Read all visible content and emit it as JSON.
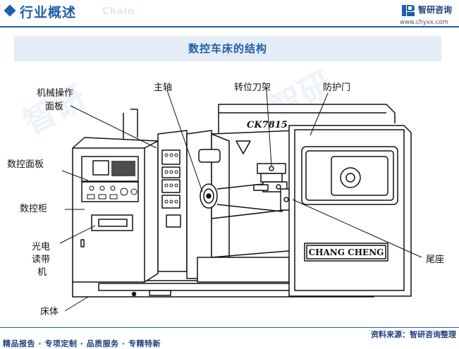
{
  "header": {
    "section_title": "行业概述",
    "section_subtitle": "Chain",
    "brand": "智研咨询",
    "url": "www.chyxx.com"
  },
  "title": "数控车床的结构",
  "machine": {
    "model_plate": "CK7815",
    "brand_plate": "CHANG CHENG"
  },
  "labels": {
    "control_panel_machine": "机械操作面板",
    "spindle": "主轴",
    "tool_turret": "转位刀架",
    "guard_door": "防护门",
    "nc_panel": "数控面板",
    "nc_cabinet": "数控柜",
    "tape_reader": "光电读带机",
    "tailstock": "尾座",
    "bed": "床体"
  },
  "footer": {
    "left": "精品报告 · 专项定制 · 品质服务 · 专精特新",
    "source": "资料来源：智研咨询整理"
  },
  "icons": [
    "diamond-bullet-icon",
    "brand-logo-icon"
  ],
  "colors": {
    "accent": "#1f5fa8",
    "title_bg": "#e3ecf7"
  }
}
